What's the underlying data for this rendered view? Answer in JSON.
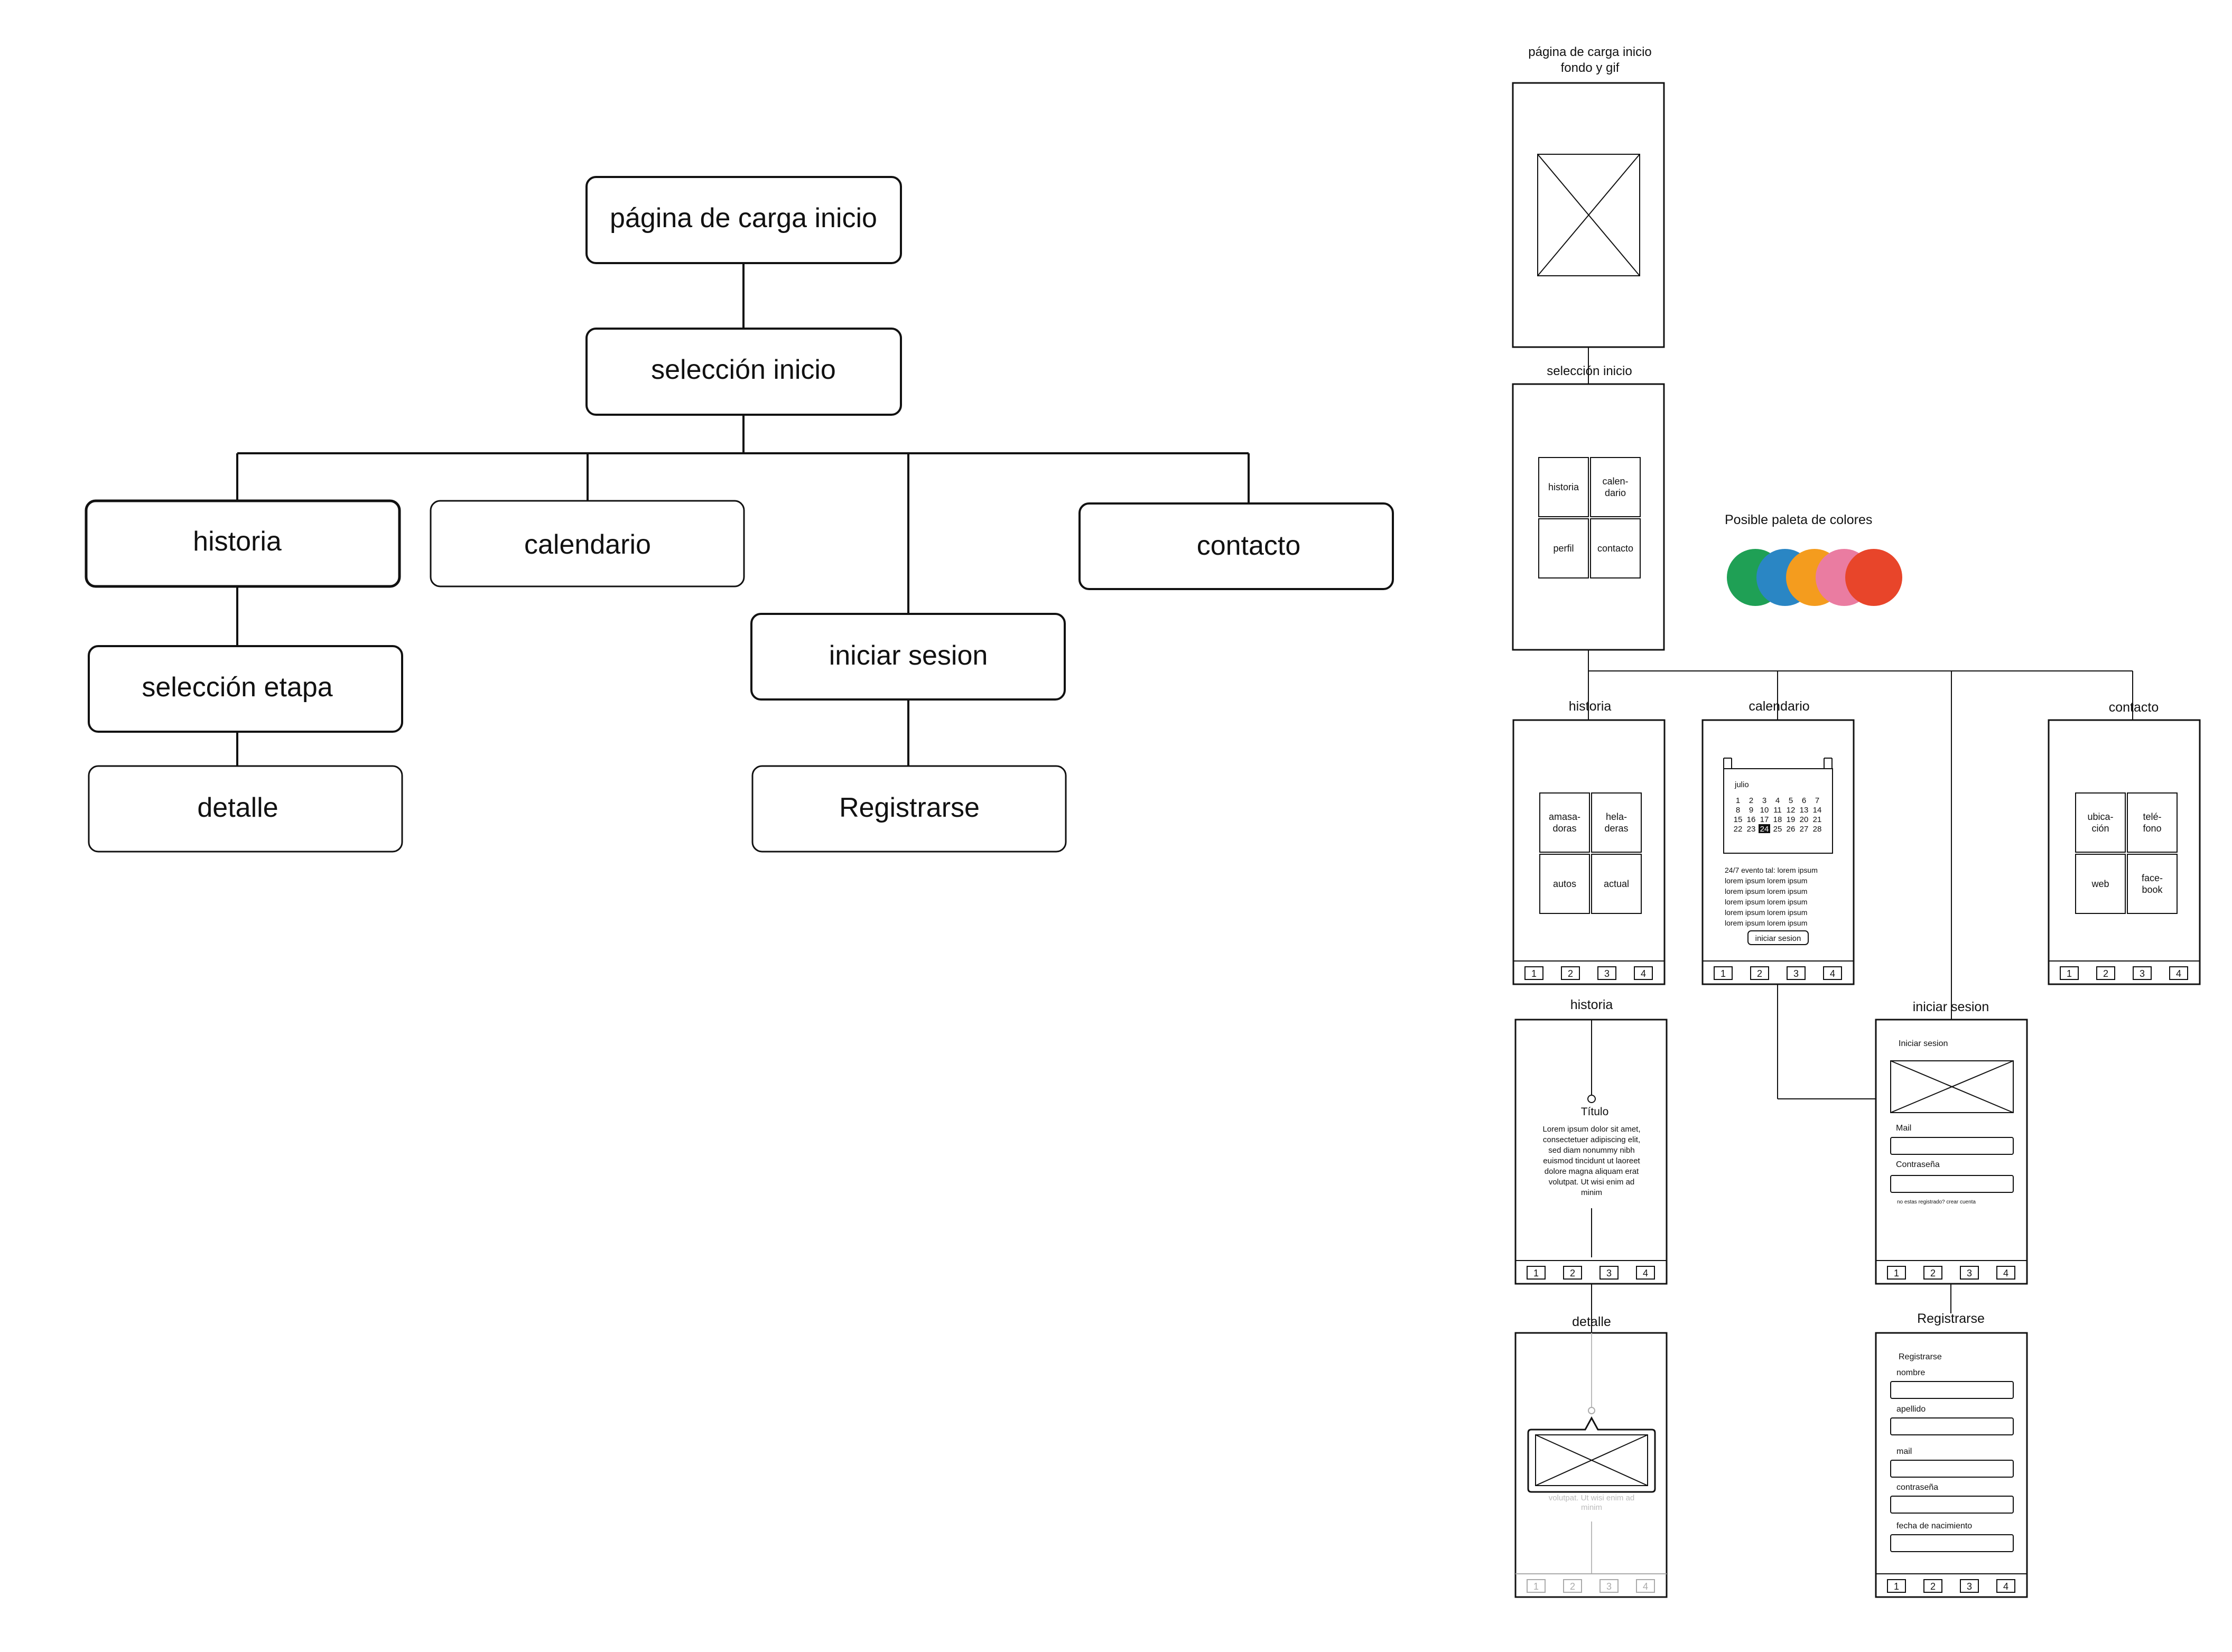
{
  "sitemap": {
    "carga": "página de carga inicio",
    "seleccion": "selección inicio",
    "historia": "historia",
    "calendario": "calendario",
    "contacto": "contacto",
    "iniciar_sesion": "iniciar sesion",
    "seleccion_etapa": "selección etapa",
    "detalle": "detalle",
    "registrarse": "Registrarse"
  },
  "wireframes": {
    "carga": {
      "title_line1": "página de carga inicio",
      "title_line2": "fondo y gif"
    },
    "seleccion": {
      "title": "selección inicio",
      "tiles": [
        [
          "historia"
        ],
        [
          "calen-",
          "dario"
        ],
        [
          "perfil"
        ],
        [
          "contacto"
        ]
      ]
    },
    "historia": {
      "title": "historia",
      "tiles": [
        [
          "amasa-",
          "doras"
        ],
        [
          "hela-",
          "deras"
        ],
        [
          "autos"
        ],
        [
          "actual"
        ]
      ]
    },
    "calendario": {
      "title": "calendario",
      "month": "julio",
      "rows": [
        [
          "1",
          "2",
          "3",
          "4",
          "5",
          "6",
          "7"
        ],
        [
          "8",
          "9",
          "10",
          "11",
          "12",
          "13",
          "14"
        ],
        [
          "15",
          "16",
          "17",
          "18",
          "19",
          "20",
          "21"
        ],
        [
          "22",
          "23",
          "24",
          "25",
          "26",
          "27",
          "28"
        ]
      ],
      "highlight": "24",
      "events": [
        "24/7 evento tal: lorem ipsum",
        "lorem ipsum lorem ipsum",
        "lorem ipsum lorem ipsum",
        "lorem ipsum lorem ipsum",
        "lorem ipsum lorem ipsum",
        "lorem ipsum lorem ipsum"
      ],
      "button": "iniciar sesion"
    },
    "contacto": {
      "title": "contacto",
      "tiles": [
        [
          "ubica-",
          "ción"
        ],
        [
          "telé-",
          "fono"
        ],
        [
          "web"
        ],
        [
          "face-",
          "book"
        ]
      ]
    },
    "historia_detalle": {
      "title": "historia",
      "heading": "Título",
      "body": [
        "Lorem ipsum dolor sit amet,",
        "consectetuer adipiscing elit,",
        "sed diam nonummy nibh",
        "euismod tincidunt ut laoreet",
        "dolore magna aliquam erat",
        "volutpat. Ut wisi enim ad",
        "minim"
      ]
    },
    "detalle": {
      "title": "detalle",
      "faded_lines": [
        "volutpat. Ut wisi enim ad",
        "minim"
      ]
    },
    "iniciar_sesion": {
      "title": "iniciar sesion",
      "heading": "Iniciar sesion",
      "fields": [
        "Mail",
        "Contraseña"
      ],
      "note": "no estas registrado? crear cuenta"
    },
    "registrarse": {
      "title": "Registrarse",
      "heading": "Registrarse",
      "fields": [
        "nombre",
        "apellido",
        "mail",
        "contraseña",
        "fecha de nacimiento"
      ]
    },
    "nav": [
      "1",
      "2",
      "3",
      "4"
    ]
  },
  "palette": {
    "label": "Posible paleta de colores",
    "colors": [
      "#1fa055",
      "#2a86c4",
      "#f49c1e",
      "#ea7ca1",
      "#e8452a"
    ]
  }
}
